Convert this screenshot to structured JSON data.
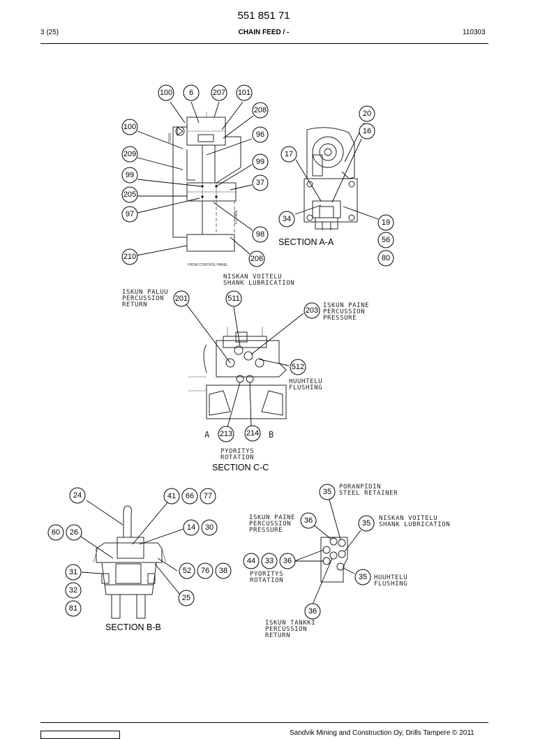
{
  "header": {
    "doc_number": "551 851 71",
    "page": "3 (25)",
    "title": "CHAIN FEED / -",
    "date": "110303"
  },
  "sections": {
    "a_a": "SECTION A-A",
    "c_c": "SECTION C-C",
    "b_b": "SECTION B-B"
  },
  "callouts_top_left": [
    "100",
    "6",
    "207",
    "101",
    "208",
    "100",
    "96",
    "209",
    "99",
    "99",
    "37",
    "205",
    "97",
    "98",
    "210",
    "206"
  ],
  "callouts_top_right": [
    "20",
    "16",
    "17",
    "34",
    "19",
    "56",
    "80"
  ],
  "callouts_mid": [
    "201",
    "511",
    "203",
    "512",
    "213",
    "214"
  ],
  "callouts_bottom_left": [
    "24",
    "41",
    "66",
    "77",
    "14",
    "30",
    "60",
    "26",
    "31",
    "52",
    "76",
    "38",
    "32",
    "25",
    "81"
  ],
  "callouts_bottom_right": [
    "35",
    "36",
    "35",
    "44",
    "33",
    "36",
    "35",
    "36"
  ],
  "schematic_labels": {
    "from_control_panel": "FROM CONTROL PANEL",
    "feed": "FEED",
    "to_tank": "TO TANK"
  },
  "mid_labels": {
    "percussion_return_fi": "ISKUN PALUU",
    "percussion_return_en_1": "PERCUSSION",
    "percussion_return_en_2": "RETURN",
    "shank_lub_fi": "NISKAN VOITELU",
    "shank_lub_en": "SHANK LUBRICATION",
    "percussion_pressure_fi": "ISKUN PAINE",
    "percussion_pressure_en_1": "PERCUSSION",
    "percussion_pressure_en_2": "PRESSURE",
    "flushing_fi": "HUUHTELU",
    "flushing_en": "FLUSHING",
    "port_a": "A",
    "port_b": "B",
    "rotation_fi": "PYORITYS",
    "rotation_en": "ROTATION"
  },
  "bottom_right_labels": {
    "steel_retainer_fi": "PORANPIDIN",
    "steel_retainer_en": "STEEL RETAINER",
    "perc_pressure_fi": "ISKUN PAINE",
    "perc_pressure_en_1": "PERCUSSION",
    "perc_pressure_en_2": "PRESSURE",
    "shank_lub_fi": "NISKAN VOITELU",
    "shank_lub_en": "SHANK LUBRICATION",
    "rotation_fi": "PYORITYS",
    "rotation_en": "ROTATION",
    "flushing_fi": "HUUHTELU",
    "flushing_en": "FLUSHING",
    "tank_fi": "ISKUN TANKKI",
    "tank_en_1": "PERCUSSION",
    "tank_en_2": "RETURN"
  },
  "footer": {
    "copyright": "Sandvik Mining and Construction Oy, Drills Tampere © 2011"
  }
}
